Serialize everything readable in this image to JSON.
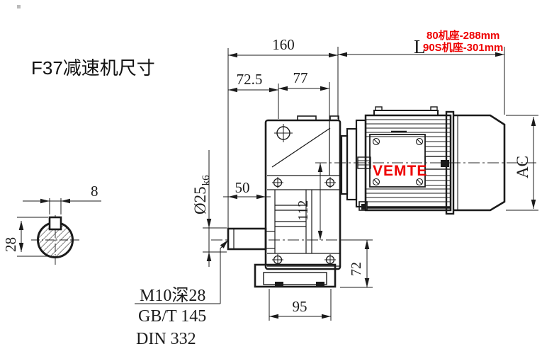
{
  "title": "F37减速机尺寸",
  "colors": {
    "line": "#1b1b1b",
    "red": "#ee0000"
  },
  "brand": {
    "label": "VEMTE"
  },
  "motor_length_note": {
    "symbol": "L",
    "line1": "80机座-288mm",
    "line2": "90S机座-301mm"
  },
  "dimensions": {
    "total_length": "160",
    "front_section": "72.5",
    "mid_section": "77",
    "shaft_length": "50",
    "axis_distance": "112",
    "shaft_diameter": "Ø25",
    "shaft_tolerance": "k6",
    "key_width": "8",
    "shaft_section_height": "28",
    "base_width": "95",
    "base_height": "72",
    "motor_height": "AC"
  },
  "notes": {
    "tap_hole": "M10深28",
    "standard_gb": "GB/T 145",
    "standard_din": "DIN 332"
  }
}
